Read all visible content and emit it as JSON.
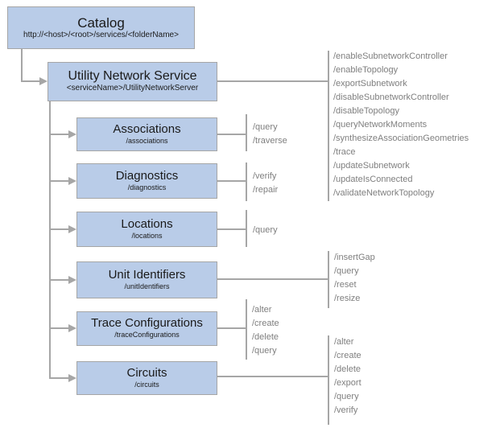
{
  "diagram": {
    "colors": {
      "node_fill": "#b9cce8",
      "node_border": "#a6a6a6",
      "connector": "#a6a6a6",
      "operation_text": "#7f7f7f",
      "node_text": "#1a1a1a"
    },
    "icons": {
      "arrowhead": "right-arrowhead-triangle"
    },
    "nodes": {
      "catalog": {
        "title": "Catalog",
        "subtitle": "http://<host>/<root>/services/<folderName>"
      },
      "utility_network_service": {
        "title": "Utility Network Service",
        "subtitle": "<serviceName>/UtilityNetworkServer"
      },
      "associations": {
        "title": "Associations",
        "subtitle": "/associations"
      },
      "diagnostics": {
        "title": "Diagnostics",
        "subtitle": "/diagnostics"
      },
      "locations": {
        "title": "Locations",
        "subtitle": "/locations"
      },
      "unit_identifiers": {
        "title": "Unit Identifiers",
        "subtitle": "/unitIdentifiers"
      },
      "trace_configurations": {
        "title": "Trace Configurations",
        "subtitle": "/traceConfigurations"
      },
      "circuits": {
        "title": "Circuits",
        "subtitle": "/circuits"
      }
    },
    "operations": {
      "utility_network_service": [
        "/enableSubnetworkController",
        "/enableTopology",
        "/exportSubnetwork",
        "/disableSubnetworkController",
        "/disableTopology",
        "/queryNetworkMoments",
        "/synthesizeAssociationGeometries",
        "/trace",
        "/updateSubnetwork",
        "/updateIsConnected",
        "/validateNetworkTopology"
      ],
      "associations": [
        "/query",
        "/traverse"
      ],
      "diagnostics": [
        "/verify",
        "/repair"
      ],
      "locations": [
        "/query"
      ],
      "unit_identifiers": [
        "/insertGap",
        "/query",
        "/reset",
        "/resize"
      ],
      "trace_configurations": [
        "/alter",
        "/create",
        "/delete",
        "/query"
      ],
      "circuits": [
        "/alter",
        "/create",
        "/delete",
        "/export",
        "/query",
        "/verify"
      ]
    }
  }
}
